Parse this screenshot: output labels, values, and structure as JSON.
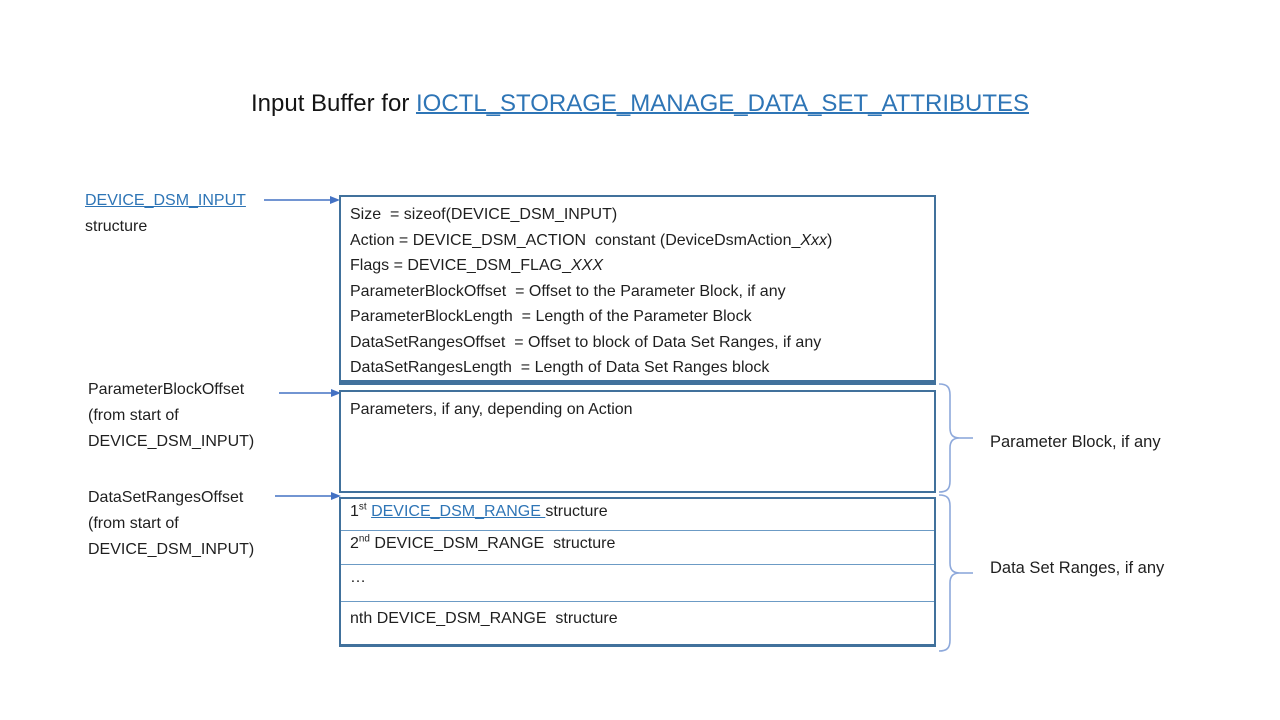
{
  "title": {
    "prefix": "Input Buffer for ",
    "link": "IOCTL_STORAGE_MANAGE_DATA_SET_ATTRIBUTES"
  },
  "left_labels": {
    "input_struct": {
      "link": "DEVICE_DSM_INPUT",
      "suffix": "structure"
    },
    "param_offset": {
      "line1": "ParameterBlockOffset",
      "line2": "(from start of",
      "line3": "DEVICE_DSM_INPUT)"
    },
    "ranges_offset": {
      "line1": "DataSetRangesOffset",
      "line2": "(from start of",
      "line3": "DEVICE_DSM_INPUT)"
    }
  },
  "struct_box": {
    "size_line": "Size  = sizeof(DEVICE_DSM_INPUT)",
    "action_pre": "Action = DEVICE_DSM_ACTION  constant (DeviceDsmAction_",
    "action_italic": "Xxx",
    "action_post": ")",
    "flags_pre": "Flags = DEVICE_DSM_FLAG_",
    "flags_italic": "XXX",
    "param_offset_line": "ParameterBlockOffset  = Offset to the Parameter Block, if any",
    "param_length_line": "ParameterBlockLength  = Length of the Parameter Block",
    "ranges_offset_line": "DataSetRangesOffset  = Offset to block of Data Set Ranges, if any",
    "ranges_length_line": "DataSetRangesLength  = Length of Data Set Ranges block"
  },
  "parameters_box": {
    "text": "Parameters, if any, depending on Action"
  },
  "ranges_box": {
    "row1": {
      "ordinal": "1",
      "sup": "st",
      "link": "DEVICE_DSM_RANGE ",
      "rest": "structure"
    },
    "row2": {
      "ordinal": "2",
      "sup": "nd",
      "rest": " DEVICE_DSM_RANGE  structure"
    },
    "row3": {
      "text": "…"
    },
    "row4": {
      "text": "nth DEVICE_DSM_RANGE  structure"
    }
  },
  "right_labels": {
    "parameter_block": "Parameter Block, if any",
    "data_set_ranges": "Data Set Ranges, if any"
  },
  "colors": {
    "link_blue": "#2E75B6",
    "box_border": "#41719C",
    "row_divider": "#6C9BC5",
    "arrow_blue": "#4472C4",
    "brace_blue": "#8EA9DB",
    "text": "#1F1F1F"
  }
}
